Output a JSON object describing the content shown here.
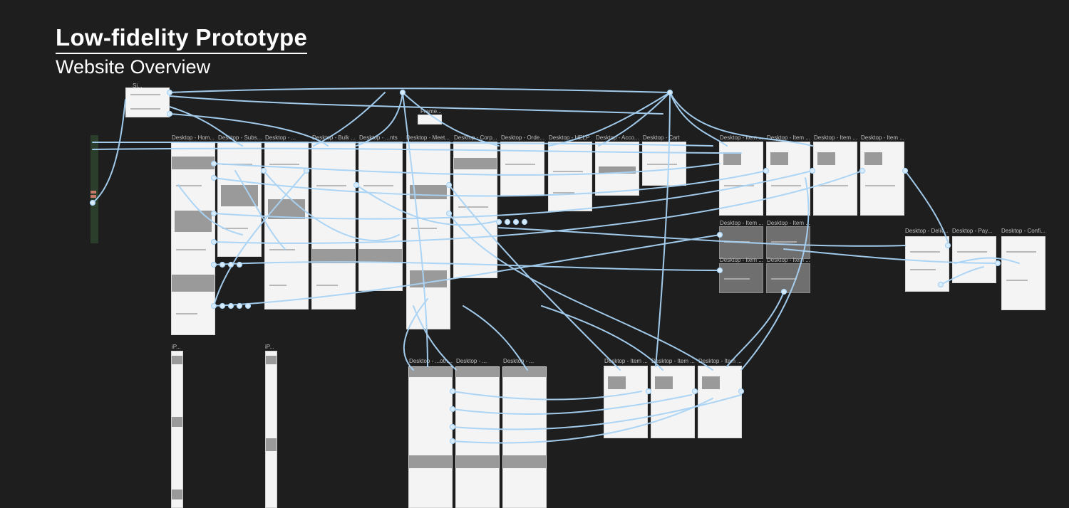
{
  "header": {
    "title": "Low-fidelity Prototype",
    "subtitle": "Website Overview"
  },
  "frames": {
    "home": "Desktop - Hom...",
    "subs": "Desktop - Subs...",
    "m3": "Desktop - ...",
    "bulk": "Desktop - Bulk ...",
    "ents": "Desktop - ...nts",
    "meet": "Desktop - Meet...",
    "corp": "Desktop - Corp...",
    "orde": "Desktop - Orde...",
    "help": "Desktop - HELP",
    "acco": "Desktop - Acco...",
    "cart": "Desktop - Cart",
    "item1": "Desktop - Item ...",
    "item2": "Desktop - Item ...",
    "item3": "Desktop - Item ...",
    "item4": "Desktop - Item ...",
    "deliv": "Desktop - Deliv...",
    "pay": "Desktop - Pay...",
    "confi": "Desktop - Confi...",
    "frame_small": "Frame...",
    "sub_nav": "Si...",
    "iphone1": "iP...",
    "iphone2": "iP...",
    "item_mid1": "Desktop - Item ...",
    "item_mid2": "Desktop - Item ...",
    "item_mid3": "Desktop - Item ...",
    "item_mid4": "Desktop - Item ...",
    "both1": "Desktop - ...oth...",
    "both2": "Desktop - ...",
    "both3": "Desktop - ...",
    "item_b1": "Desktop - Item ...",
    "item_b2": "Desktop - Item ...",
    "item_b3": "Desktop - Item ..."
  },
  "colors": {
    "background": "#1e1e1e",
    "connector": "#a9d3f5",
    "frame": "#f4f4f4"
  }
}
